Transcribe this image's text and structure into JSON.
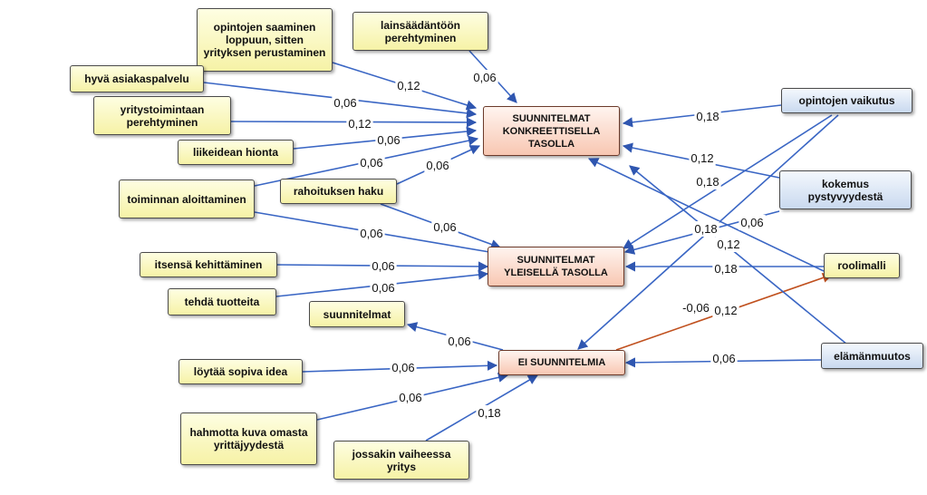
{
  "nodes": {
    "opintojen_saaminen": "opintojen saaminen loppuun, sitten yrityksen perustaminen",
    "lainsaadanto": "lainsäädäntöön perehtyminen",
    "hyva_asiakaspalvelu": "hyvä asiakaspalvelu",
    "yritystoimintaan": "yritystoimintaan perehtyminen",
    "liikeidean_hionta": "liikeidean hionta",
    "toiminnan_aloittaminen": "toiminnan aloittaminen",
    "rahoituksen_haku": "rahoituksen haku",
    "itsensa_kehittaminen": "itsensä kehittäminen",
    "tehda_tuotteita": "tehdä tuotteita",
    "suunnitelmat": "suunnitelmat",
    "loytaa_idea": "löytää sopiva idea",
    "hahmotta_kuva": "hahmotta kuva omasta yrittäjyydestä",
    "jossakin_vaiheessa": "jossakin vaiheessa yritys",
    "opintojen_vaikutus": "opintojen vaikutus",
    "kokemus": "kokemus pystyvyydestä",
    "roolimalli": "roolimalli",
    "elamanmuutos": "elämänmuutos",
    "suunnitelmat_konkreettisella": "SUUNNITELMAT KONKREETTISELLA TASOLLA",
    "suunnitelmat_yleisella": "SUUNNITELMAT YLEISELLÄ TASOLLA",
    "ei_suunnitelmia": "EI SUUNNITELMIA"
  },
  "edges": [
    {
      "from": "opintojen_saaminen",
      "to": "suunnitelmat_konkreettisella",
      "label": "0,12"
    },
    {
      "from": "lainsaadanto",
      "to": "suunnitelmat_konkreettisella",
      "label": "0,06"
    },
    {
      "from": "hyva_asiakaspalvelu",
      "to": "suunnitelmat_konkreettisella",
      "label": "0,06"
    },
    {
      "from": "yritystoimintaan",
      "to": "suunnitelmat_konkreettisella",
      "label": "0,12"
    },
    {
      "from": "liikeidean_hionta",
      "to": "suunnitelmat_konkreettisella",
      "label": "0,06"
    },
    {
      "from": "toiminnan_aloittaminen",
      "to": "suunnitelmat_konkreettisella",
      "label": "0,06"
    },
    {
      "from": "rahoituksen_haku",
      "to": "suunnitelmat_konkreettisella",
      "label": "0,06"
    },
    {
      "from": "rahoituksen_haku",
      "to": "suunnitelmat_yleisella",
      "label": "0,06"
    },
    {
      "from": "toiminnan_aloittaminen",
      "to": "suunnitelmat_yleisella",
      "label": "0,06"
    },
    {
      "from": "itsensa_kehittaminen",
      "to": "suunnitelmat_yleisella",
      "label": "0,06"
    },
    {
      "from": "tehda_tuotteita",
      "to": "suunnitelmat_yleisella",
      "label": "0,06"
    },
    {
      "from": "ei_suunnitelmia",
      "to": "suunnitelmat",
      "label": "0,06"
    },
    {
      "from": "loytaa_idea",
      "to": "ei_suunnitelmia",
      "label": "0,06"
    },
    {
      "from": "hahmotta_kuva",
      "to": "ei_suunnitelmia",
      "label": "0,06"
    },
    {
      "from": "jossakin_vaiheessa",
      "to": "ei_suunnitelmia",
      "label": "0,18"
    },
    {
      "from": "opintojen_vaikutus",
      "to": "suunnitelmat_konkreettisella",
      "label": "0,18"
    },
    {
      "from": "opintojen_vaikutus",
      "to": "suunnitelmat_yleisella",
      "label": "0,18"
    },
    {
      "from": "opintojen_vaikutus",
      "to": "ei_suunnitelmia",
      "label": "0,18"
    },
    {
      "from": "kokemus",
      "to": "suunnitelmat_konkreettisella",
      "label": "0,12"
    },
    {
      "from": "kokemus",
      "to": "suunnitelmat_yleisella",
      "label": "0,06"
    },
    {
      "from": "roolimalli",
      "to": "suunnitelmat_yleisella",
      "label": "0,18"
    },
    {
      "from": "ei_suunnitelmia",
      "to": "roolimalli",
      "label": "-0,06"
    },
    {
      "from": "roolimalli",
      "to": "suunnitelmat_konkreettisella",
      "label": "0,12"
    },
    {
      "from": "elamanmuutos",
      "to": "ei_suunnitelmia",
      "label": "0,06"
    },
    {
      "from": "elamanmuutos",
      "to": "suunnitelmat_konkreettisella",
      "label": "0,12"
    }
  ],
  "colors": {
    "edge": "#3a66c4",
    "edge_negative": "#c0501e",
    "node_yellow": "#f6f2a6",
    "node_blue": "#c9d9ef",
    "node_orange": "#f8c7b2"
  }
}
